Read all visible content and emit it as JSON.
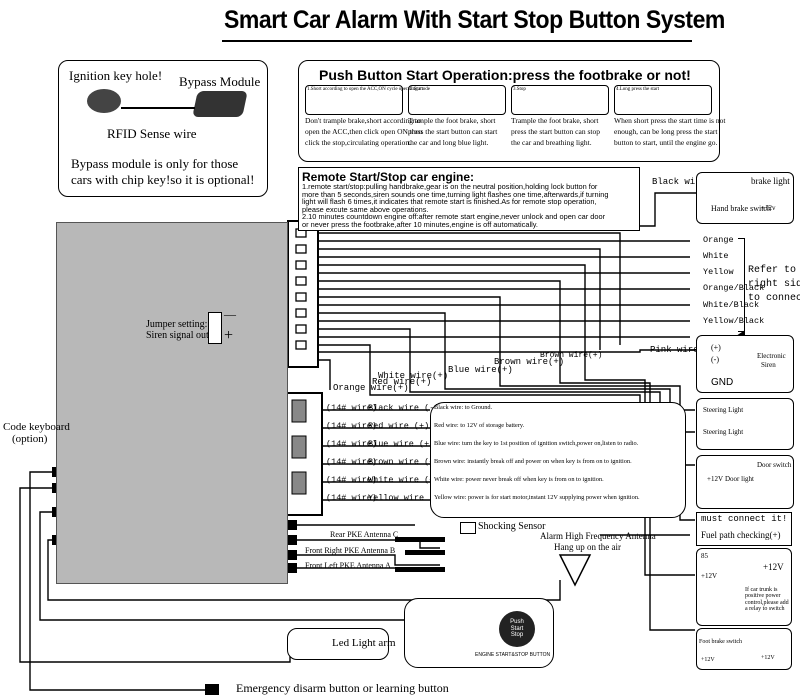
{
  "title": "Smart Car Alarm With Start Stop Button System",
  "bypass": {
    "ignition_hole": "Ignition key hole!",
    "module": "Bypass Module",
    "rfid": "RFID Sense wire",
    "note1": "Bypass module is  only for those",
    "note2": "cars with chip key!so it is optional!"
  },
  "push": {
    "heading": "Push Button Start Operation:press the footbrake or not!",
    "steps": [
      {
        "head": "1.Short according to open the ACC,ON cycle operating mode",
        "l1": "Don't trample brake,short according to",
        "l2": "open the ACC,then click open ON,then",
        "l3": "click the stop,circulating operation."
      },
      {
        "head": "2.Start",
        "l1": "Trample the foot brake, short",
        "l2": "press the start button can start",
        "l3": "the car and long blue light."
      },
      {
        "head": "3.Stop",
        "l1": "Trample the foot brake, short",
        "l2": "press the start button can stop",
        "l3": "the car and breathing light."
      },
      {
        "head": "4.Long press the start",
        "l1": "When short press the start time is not",
        "l2": "enough, can be long press the start",
        "l3": "button to start, until the engine go."
      }
    ]
  },
  "remote": {
    "heading": "Remote Start/Stop car engine:",
    "lines": [
      "1.remote start/stop:pulling handbrake,gear is on the neutral position,holding lock button for",
      "more than 5 seconds,siren sounds one time,turning light flashes one time,afterwards,if turning",
      "light will flash 6 times,it indicates that remote start is finished.As for remote stop operation,",
      "please excute same above operations.",
      "2.10 minutes countdown engine off:after remote start engine,never unlock and open car door",
      "or never press the footbrake,after 10 minutes,engine is off automatically."
    ]
  },
  "unit": {
    "jumper1": "Jumper setting:",
    "jumper2": "Siren signal output",
    "minus": "—",
    "plus": "+"
  },
  "code_keyboard": {
    "l1": "Code keyboard",
    "l2": "(option)"
  },
  "right_colors": [
    "Orange",
    "White",
    "Yellow",
    "Orange/Black",
    "White/Black",
    "Yellow/Black"
  ],
  "refer": {
    "l1": "Refer to",
    "l2": "right side",
    "l3": "to connect"
  },
  "wire_tags": {
    "black": "Black wire(-)",
    "pink": "Pink wire(+)",
    "orange": "Orange wire(+)",
    "red": "Red wire(+)",
    "white": "White wire(+)",
    "blue": "Blue wire(+)",
    "brown": "Brown wire(+)",
    "brown_small": "Brown wire(+)"
  },
  "brake_light": {
    "title": "brake light",
    "switch": "Hand brake switch",
    "v": "+12v"
  },
  "siren": {
    "gnd": "GND",
    "label1": "Electronic",
    "label2": "Siren",
    "plus": "(+)",
    "minus": "(-)"
  },
  "power_rows": [
    {
      "tag": "(14# wire)",
      "wire": "Black wire  (-)",
      "desc": "Black wire: to Ground."
    },
    {
      "tag": "(14# wire)",
      "wire": "Red wire   (+)",
      "desc": "Red wire: to 12V of storage battery."
    },
    {
      "tag": "(14# wire)",
      "wire": "Blue wire  (+)",
      "desc": "Blue wire: turn the key to 1st position of ignition switch,power on,listen to radio."
    },
    {
      "tag": "(14# wire)",
      "wire": "Brown wire  (+)",
      "desc": "Brown wire: instantly break off and power on when key is from on to ignition."
    },
    {
      "tag": "(14# wire)",
      "wire": "White wire  (+)",
      "desc": "White wire: power never break off when key is from on to ignition."
    },
    {
      "tag": "(14# wire)",
      "wire": "Yellow wire  (+)",
      "desc": "Yellow wire: power is for start motor,instant 12V supplying power when ignition."
    }
  ],
  "steering": {
    "l1": "Steering Light",
    "l2": "Steering Light"
  },
  "door": {
    "label": "Door switch",
    "light": "Door light",
    "v": "+12V"
  },
  "must": "must connect it!",
  "fuel": "Fuel path checking(+)",
  "relay": {
    "v1": "+12V",
    "v2": "+12V",
    "note": "If car trunk is positive power control,please add a relay to switch",
    "pk": "85"
  },
  "footbrake": {
    "label": "Foot brake switch",
    "v1": "+12V",
    "v2": "+12V"
  },
  "antennas": {
    "c": "Rear PKE Antenna C",
    "b": "Front Right PKE Antenna B",
    "a": "Front Left PKE Antenna A"
  },
  "shock": "Shocking Sensor",
  "hf_antenna": {
    "l1": "Alarm High Frequency Antenna",
    "l2": "Hang up on the air"
  },
  "start_button": {
    "caption": "ENGINE START&STOP BUTTON",
    "b1": "Push",
    "b2": "Start",
    "b3": "Stop"
  },
  "led": "Led Light arm",
  "emergency": "Emergency disarm button or learning button"
}
